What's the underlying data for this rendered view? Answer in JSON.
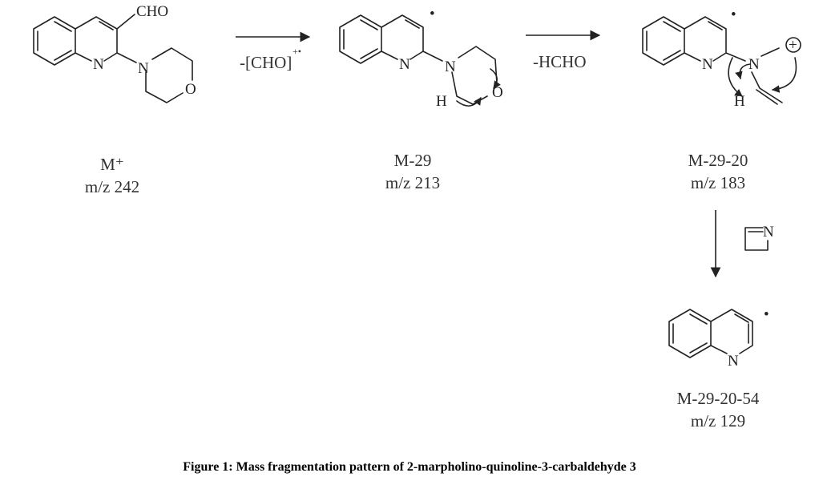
{
  "structures": [
    {
      "atoms": {
        "n_ring": "N",
        "n_amine": "N",
        "o": "O",
        "cho": "CHO"
      },
      "label": "M⁺",
      "mz": "m/z 242"
    },
    {
      "atoms": {
        "n_ring": "N",
        "n_amine": "N",
        "o": "O",
        "h": "H"
      },
      "label": "M-29",
      "mz": "m/z 213",
      "radical": "•"
    },
    {
      "atoms": {
        "n_ring": "N",
        "n_amine": "N",
        "h": "H",
        "charge": "+"
      },
      "label": "M-29-20",
      "mz": "m/z 183",
      "radical": "•"
    },
    {
      "atoms": {
        "n_ring": "N"
      },
      "label": "M-29-20-54",
      "mz": "m/z 129",
      "radical": "•"
    }
  ],
  "steps": [
    {
      "label": "-[CHO]",
      "charge": "+•"
    },
    {
      "label": "-HCHO"
    },
    {
      "fragment_atom": "N"
    }
  ],
  "caption": "Figure 1: Mass fragmentation pattern of 2-marpholino-quinoline-3-carbaldehyde 3"
}
